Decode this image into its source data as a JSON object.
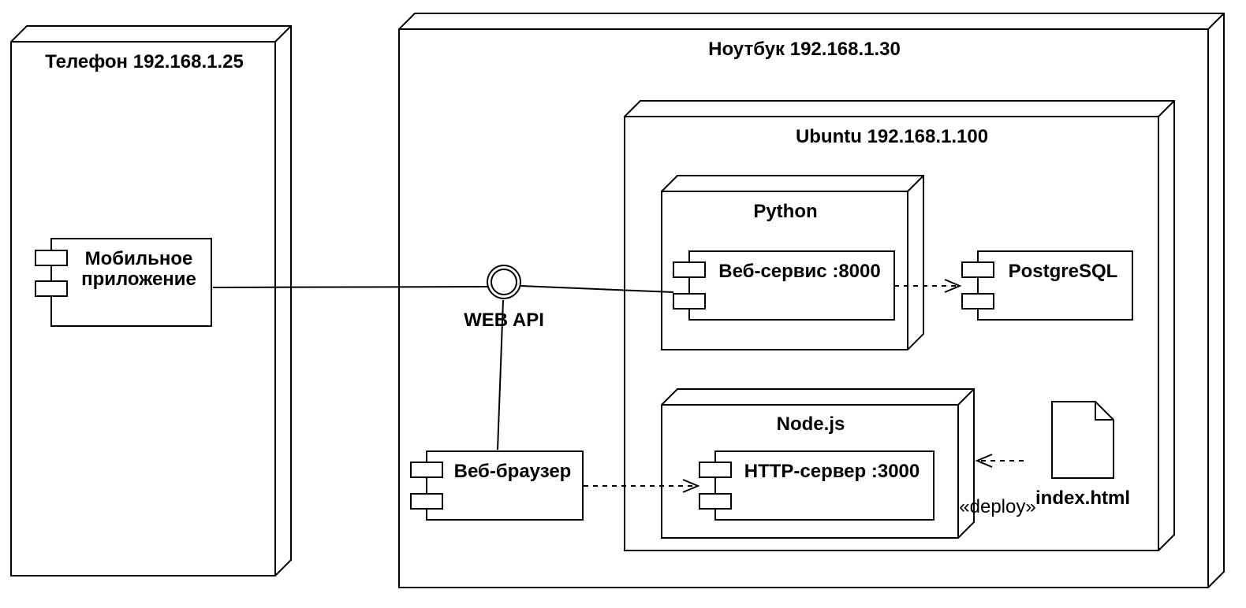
{
  "nodes": {
    "phone": {
      "title": "Телефон 192.168.1.25"
    },
    "laptop": {
      "title": "Ноутбук 192.168.1.30"
    },
    "ubuntu": {
      "title": "Ubuntu 192.168.1.100"
    },
    "python": {
      "title": "Python"
    },
    "nodejs": {
      "title": "Node.js"
    }
  },
  "components": {
    "mobile_app": {
      "line1": "Мобильное",
      "line2": "приложение"
    },
    "web_service": {
      "label": "Веб-сервис :8000"
    },
    "postgres": {
      "label": "PostgreSQL"
    },
    "browser": {
      "label": "Веб-браузер"
    },
    "http_server": {
      "label": "HTTP-сервер :3000"
    }
  },
  "interface": {
    "label": "WEB API"
  },
  "artifact": {
    "label": "index.html"
  },
  "stereotype": {
    "deploy": "«deploy»"
  }
}
